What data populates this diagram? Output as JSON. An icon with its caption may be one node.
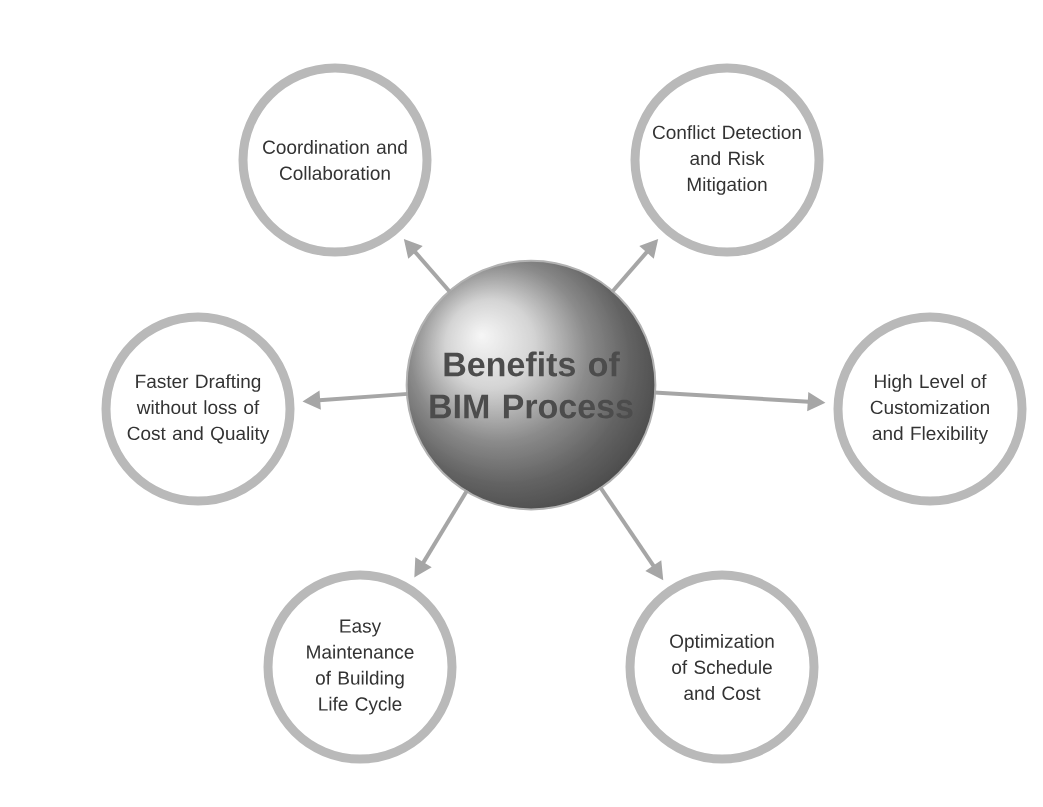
{
  "diagram": {
    "nodes": [
      {
        "text": [
          "Benefits of BIM Process"
        ]
      },
      {
        "text": [
          "Coordination and Collaboration"
        ]
      },
      {
        "text": [
          "Conflict Detection and Risk Mitigation"
        ]
      },
      {
        "text": [
          "Faster Drafting without loss of Cost and Quality"
        ]
      },
      {
        "text": [
          "High Level of Customization and Flexibility"
        ]
      },
      {
        "text": [
          "Easy Maintenance of Building Life Cycle"
        ]
      },
      {
        "text": [
          "Optimization of Schedule and Cost"
        ]
      }
    ],
    "edges": [
      {
        "from": 0,
        "to": 1,
        "arrow": "to"
      },
      {
        "from": 0,
        "to": 2,
        "arrow": "to"
      },
      {
        "from": 0,
        "to": 3,
        "arrow": "to"
      },
      {
        "from": 0,
        "to": 4,
        "arrow": "to"
      },
      {
        "from": 0,
        "to": 5,
        "arrow": "to"
      },
      {
        "from": 0,
        "to": 6,
        "arrow": "to"
      }
    ]
  }
}
